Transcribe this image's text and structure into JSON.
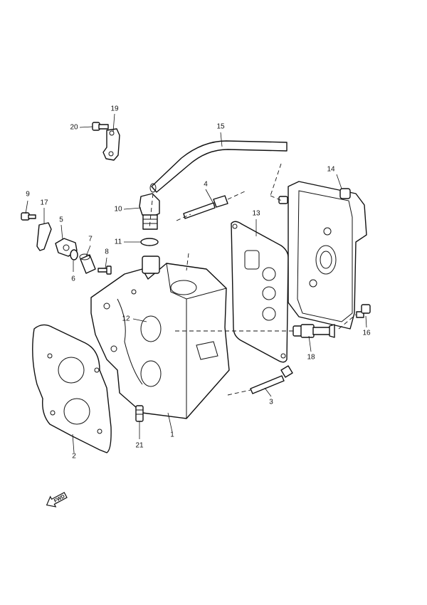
{
  "callouts": {
    "c1": "1",
    "c2": "2",
    "c3": "3",
    "c4": "4",
    "c5": "5",
    "c6": "6",
    "c7": "7",
    "c8": "8",
    "c9": "9",
    "c10": "10",
    "c11": "11",
    "c12": "12",
    "c13": "13",
    "c14": "14",
    "c15": "15",
    "c16": "16",
    "c17": "17",
    "c18": "18",
    "c19": "19",
    "c20": "20",
    "c21": "21"
  },
  "fwd_label": "FWD"
}
